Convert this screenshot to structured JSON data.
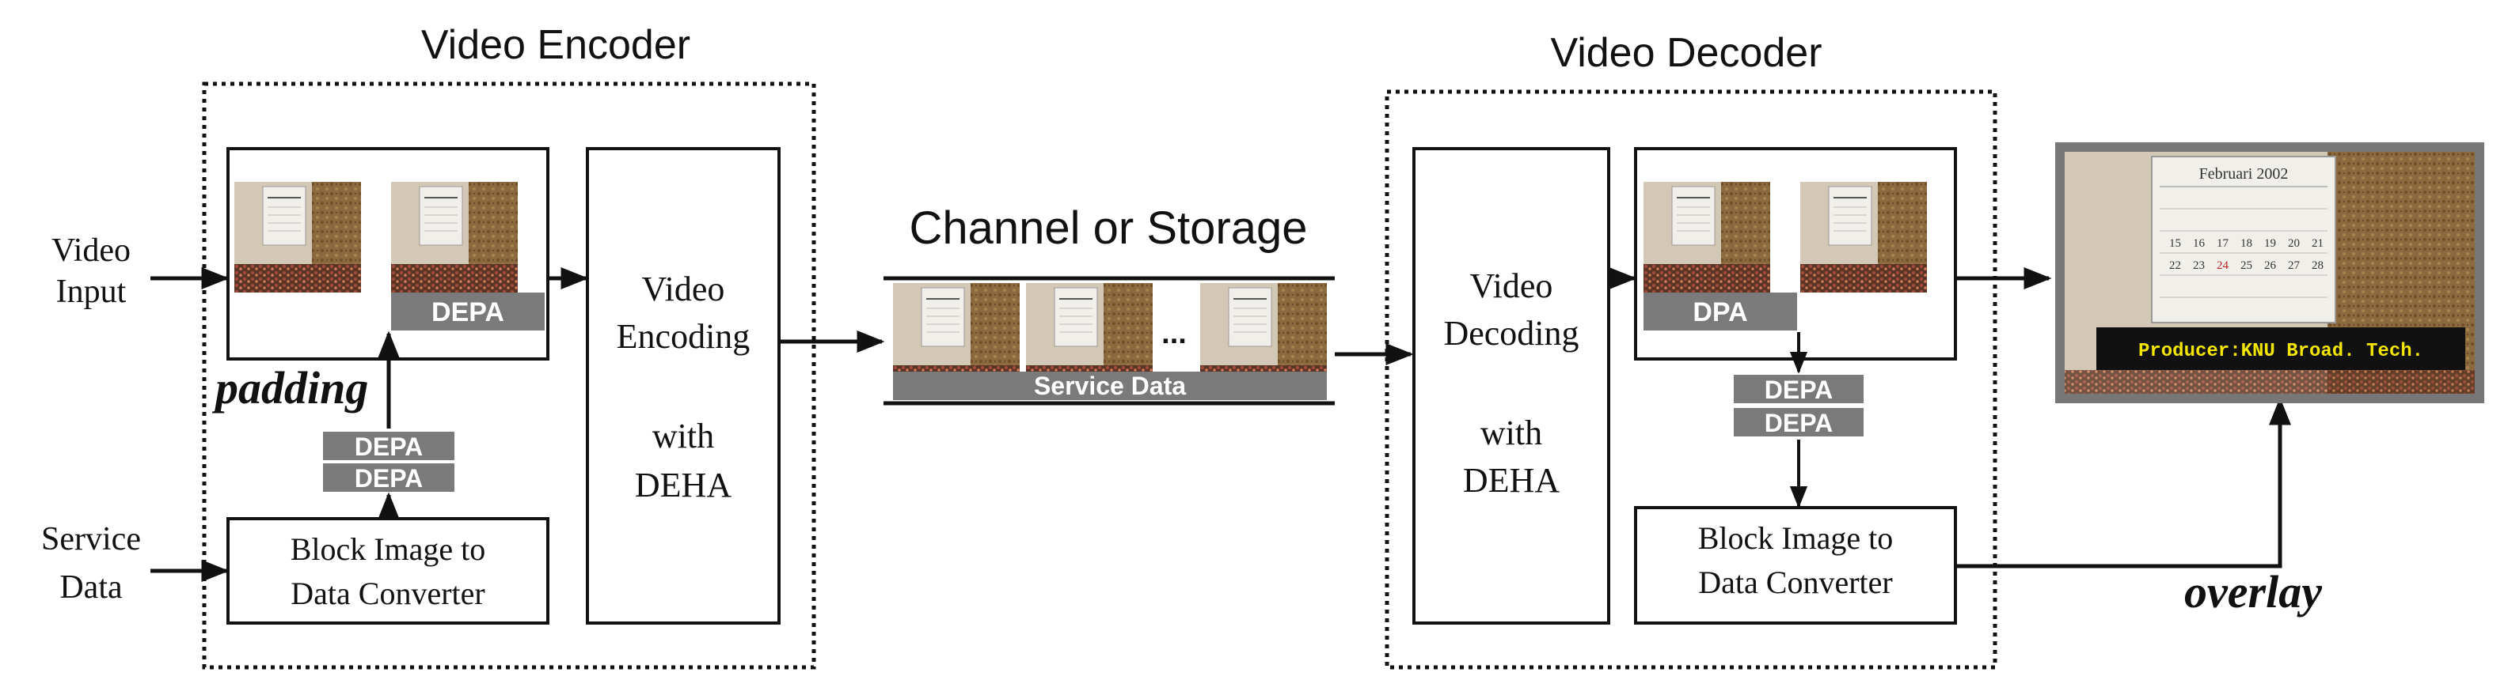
{
  "encoder": {
    "title": "Video Encoder",
    "encoding_block": {
      "line1": "Video",
      "line2": "Encoding",
      "line3": "with",
      "line4": "DEHA"
    },
    "frames_depa": "DEPA",
    "padding_label": "padding",
    "stack": [
      "DEPA",
      "DEPA"
    ],
    "converter": {
      "line1": "Block Image to",
      "line2": "Data Converter"
    }
  },
  "inputs": {
    "video": {
      "line1": "Video",
      "line2": "Input"
    },
    "service": {
      "line1": "Service",
      "line2": "Data"
    }
  },
  "channel": {
    "title": "Channel or Storage",
    "ellipsis": "...",
    "service_bar": "Service Data"
  },
  "decoder": {
    "title": "Video Decoder",
    "decoding_block": {
      "line1": "Video",
      "line2": "Decoding",
      "line3": "with",
      "line4": "DEHA"
    },
    "frames_label": "DPA",
    "stack": [
      "DEPA",
      "DEPA"
    ],
    "converter": {
      "line1": "Block Image to",
      "line2": "Data Converter"
    }
  },
  "output": {
    "overlay_label": "overlay",
    "overlay_text": "Producer:KNU Broad. Tech.",
    "calendar_heading": "Februari 2002",
    "calendar_numbers": [
      "15",
      "16",
      "17",
      "18",
      "19",
      "20",
      "21",
      "22",
      "23",
      "24",
      "25",
      "26",
      "27",
      "28"
    ]
  },
  "colors": {
    "line": "#111111",
    "label_gray": "#7a7a7a",
    "overlay_bg": "#111111",
    "overlay_text": "#f2e600",
    "wall": "#d3c8b6",
    "wallpaper": "#8a6a3e",
    "flowers": "#6b3c2a",
    "calendar": "#f1efea",
    "screen_frame": "#777777"
  }
}
